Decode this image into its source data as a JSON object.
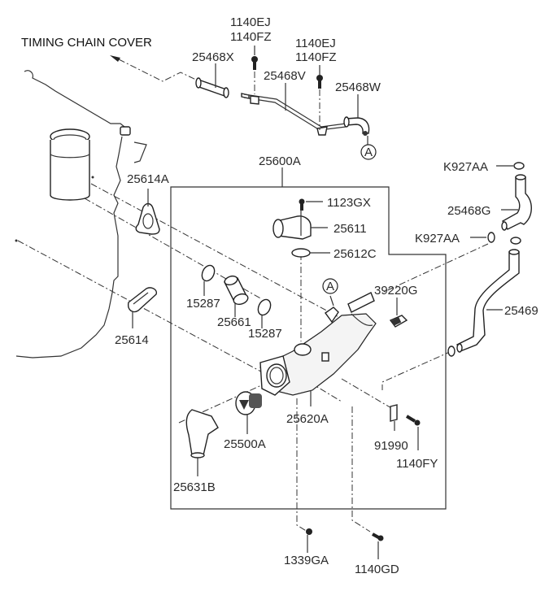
{
  "diagram": {
    "title": "Thermostat housing / water outlet assembly exploded parts diagram",
    "direction_note": "TIMING CHAIN COVER",
    "callout_ref": "A",
    "labels": {
      "p1140ej_a": "1140EJ",
      "p1140fz_a": "1140FZ",
      "p25468x": "25468X",
      "p1140ej_b": "1140EJ",
      "p1140fz_b": "1140FZ",
      "p25468v": "25468V",
      "p25468w": "25468W",
      "p25600a": "25600A",
      "p25614a": "25614A",
      "p1123gx": "1123GX",
      "p25611": "25611",
      "p25612c": "25612C",
      "pk927aa_top": "K927AA",
      "p25468g": "25468G",
      "pk927aa_mid": "K927AA",
      "p39220g": "39220G",
      "p25469": "25469",
      "p15287_a": "15287",
      "p25661": "25661",
      "p15287_b": "15287",
      "p25614": "25614",
      "p25620a": "25620A",
      "p25500a": "25500A",
      "p91990": "91990",
      "p1140fy": "1140FY",
      "p25631b": "25631B",
      "p1339ga": "1339GA",
      "p1140gd": "1140GD"
    }
  }
}
